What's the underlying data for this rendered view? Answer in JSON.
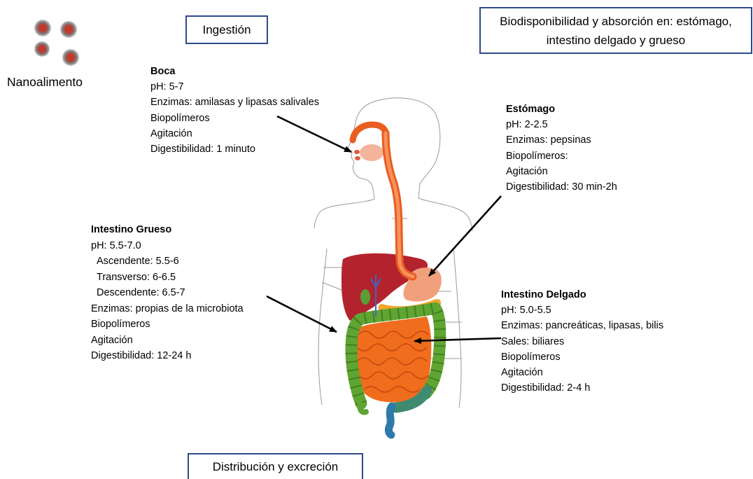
{
  "nanoparticle": {
    "label": "Nanoalimento"
  },
  "ingestion_box": {
    "label": "Ingestión"
  },
  "absorption_box": {
    "lines": [
      "Biodisponibilidad y absorción en: estómago,",
      "intestino delgado y grueso"
    ]
  },
  "distribution_box": {
    "label": "Distribución y excreción"
  },
  "boca": {
    "title": "Boca",
    "lines": [
      "pH: 5-7",
      "Enzimas: amilasas y lipasas salivales",
      "Biopolímeros",
      "Agitación",
      "Digestibilidad: 1 minuto"
    ]
  },
  "estomago": {
    "title": "Estómago",
    "lines": [
      "pH: 2-2.5",
      "Enzimas: pepsinas",
      "Biopolímeros:",
      "Agitación",
      "Digestibilidad: 30 min-2h"
    ]
  },
  "intestino_grueso": {
    "title": "Intestino Grueso",
    "lines": [
      "pH: 5.5-7.0",
      "Ascendente: 5.5-6",
      "Transverso: 6-6.5",
      "Descendente: 6.5-7",
      "Enzimas: propias de la microbiota",
      "Biopolímeros",
      "Agitación",
      "Digestibilidad: 12-24 h"
    ]
  },
  "intestino_delgado": {
    "title": "Intestino Delgado",
    "lines": [
      "pH: 5.0-5.5",
      "Enzimas: pancreáticas, lipasas, bilis",
      "Sales: biliares",
      "Biopolímeros",
      "Agitación",
      "Digestibilidad: 2-4 h"
    ]
  },
  "colors": {
    "box_border": "#2e4a8c",
    "arrow": "#000000",
    "outline": "#9a9a9a",
    "esophagus": "#e95d20",
    "esophagus_core": "#f7925c",
    "mouth": "#f5b49c",
    "lips": "#e0573a",
    "liver": "#b3232e",
    "stomach": "#f2a07c",
    "pancreas": "#f3a62a",
    "small_intestine": "#f06d1d",
    "small_intestine_coil": "#c44d12",
    "large_intestine": "#5fa532",
    "large_intestine_haustra": "#467e22",
    "sigmoid": "#3e8b72",
    "rectum": "#2e7bab",
    "gallbladder": "#5a9d39",
    "bile_duct": "#3a66c9",
    "nanoparticle_core": "#c0392b",
    "nanoparticle_shell": "#7a7a7a"
  }
}
